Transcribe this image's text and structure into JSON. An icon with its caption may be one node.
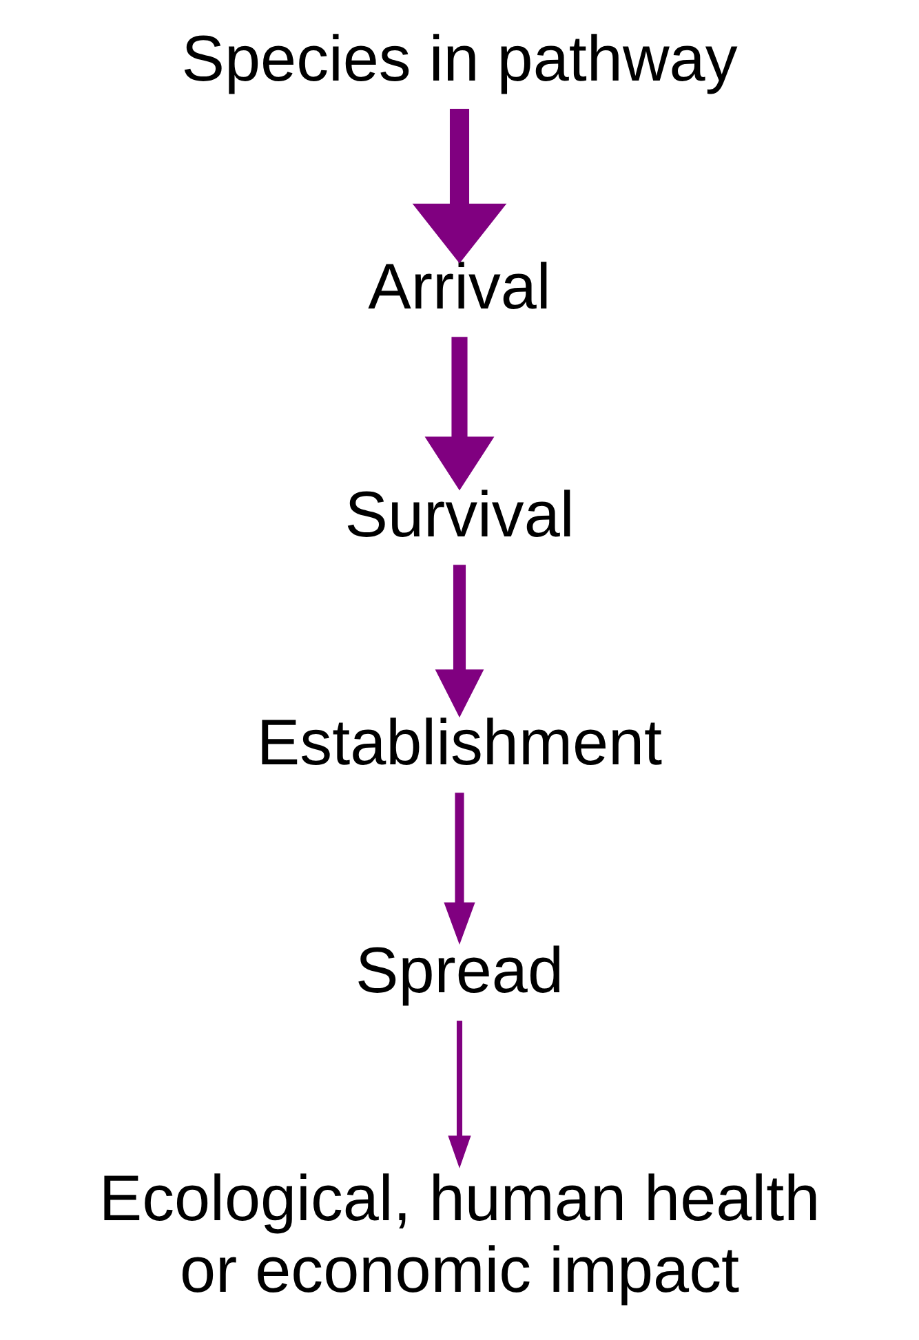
{
  "diagram": {
    "nodes": [
      {
        "text": [
          "Species in pathway"
        ]
      },
      {
        "text": [
          "Arrival"
        ]
      },
      {
        "text": [
          "Survival"
        ]
      },
      {
        "text": [
          "Establishment"
        ]
      },
      {
        "text": [
          "Spread"
        ]
      },
      {
        "text": [
          "Ecological, human health or economic impact"
        ]
      }
    ],
    "edges": [
      {
        "from": 0,
        "to": 1,
        "arrow": "to"
      },
      {
        "from": 1,
        "to": 2,
        "arrow": "to"
      },
      {
        "from": 2,
        "to": 3,
        "arrow": "to"
      },
      {
        "from": 3,
        "to": 4,
        "arrow": "to"
      },
      {
        "from": 4,
        "to": 5,
        "arrow": "to"
      }
    ]
  }
}
